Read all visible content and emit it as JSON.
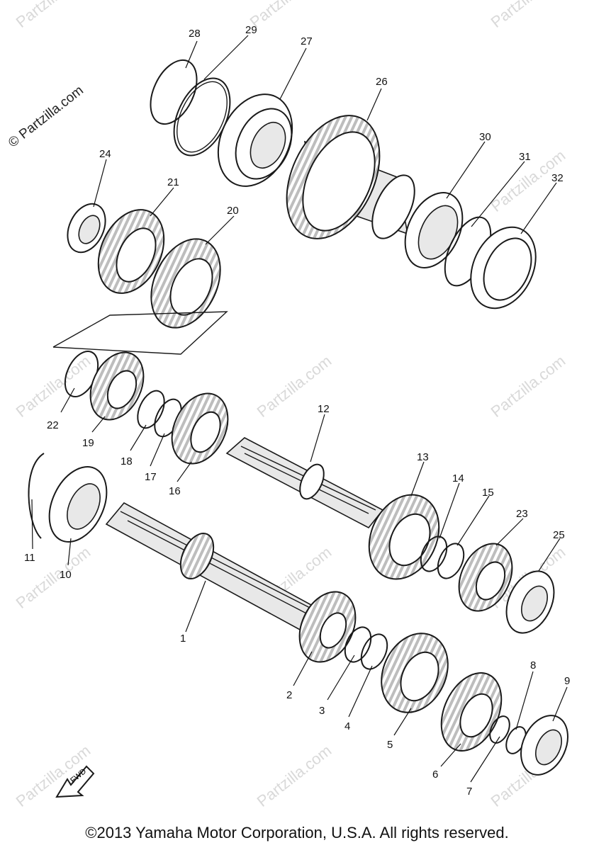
{
  "watermark": "Partzilla.com",
  "brand_mark": "© Partzilla.com",
  "copyright": "©2013  Yamaha Motor Corporation, U.S.A. All rights reserved.",
  "fwd_label": "FWD",
  "callouts": {
    "c1": "1",
    "c2": "2",
    "c3": "3",
    "c4": "4",
    "c5": "5",
    "c6": "6",
    "c7": "7",
    "c8": "8",
    "c9": "9",
    "c10": "10",
    "c11": "11",
    "c12": "12",
    "c13": "13",
    "c14": "14",
    "c15": "15",
    "c16": "16",
    "c17": "17",
    "c18": "18",
    "c19": "19",
    "c20": "20",
    "c21": "21",
    "c22": "22",
    "c23": "23",
    "c24": "24",
    "c25": "25",
    "c26": "26",
    "c27": "27",
    "c28": "28",
    "c29": "29",
    "c30": "30",
    "c31": "31",
    "c32": "32"
  }
}
